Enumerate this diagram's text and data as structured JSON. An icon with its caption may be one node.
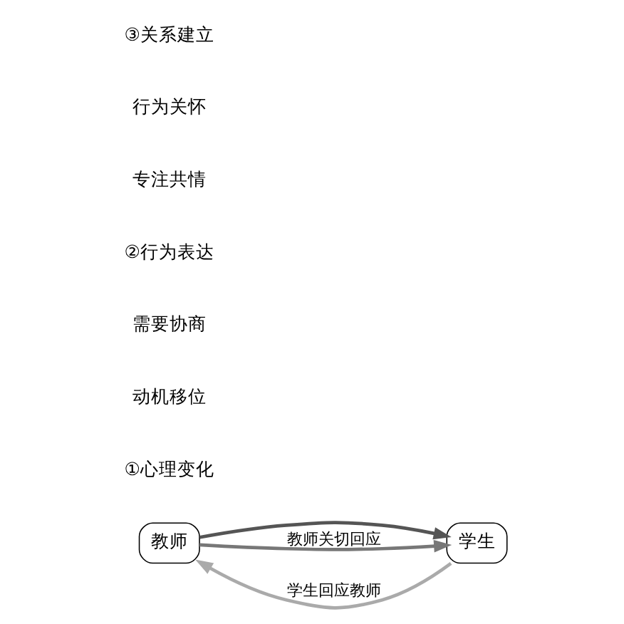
{
  "diagram": {
    "nodes": [
      {
        "text": [
          "教师"
        ]
      },
      {
        "text": [
          "学生"
        ]
      }
    ],
    "edges": [
      {
        "from": 0,
        "to": 1,
        "arrow": "to"
      },
      {
        "from": 1,
        "to": 0,
        "arrow": "to",
        "label": "学生回应教师"
      },
      {
        "from": 0,
        "to": 1,
        "arrow": "to",
        "label": "教师关切回应"
      }
    ],
    "labels": [
      "①心理变化",
      "动机移位",
      "需要协商",
      "②行为表达",
      "专注共情",
      "行为关怀",
      "③关系建立"
    ]
  }
}
